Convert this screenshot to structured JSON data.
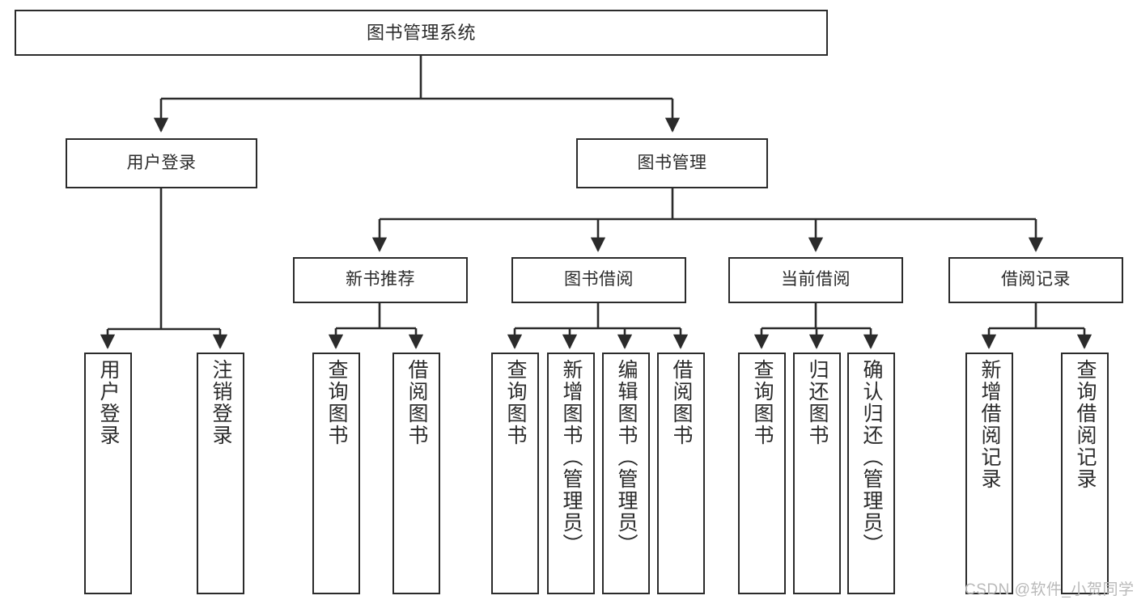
{
  "diagram": {
    "type": "tree-hierarchy",
    "title": "图书管理系统",
    "background_color": "#ffffff",
    "node_border_color": "#2b2b2b",
    "node_fill_color": "#ffffff",
    "edge_color": "#2b2b2b",
    "orientation": "top-down"
  },
  "nodes": {
    "root": {
      "label": "图书管理系统",
      "level": 0
    },
    "level1": [
      {
        "id": "user-login",
        "label": "用户登录",
        "level": 1
      },
      {
        "id": "book-manage",
        "label": "图书管理",
        "level": 1
      }
    ],
    "level2": [
      {
        "id": "new-book-recommend",
        "label": "新书推荐",
        "level": 2,
        "parent": "book-manage"
      },
      {
        "id": "book-borrow",
        "label": "图书借阅",
        "level": 2,
        "parent": "book-manage"
      },
      {
        "id": "current-borrow",
        "label": "当前借阅",
        "level": 2,
        "parent": "book-manage"
      },
      {
        "id": "borrow-record",
        "label": "借阅记录",
        "level": 2,
        "parent": "book-manage"
      }
    ],
    "leaves": [
      {
        "id": "leaf-user-login",
        "label": "用户登录",
        "parent": "user-login"
      },
      {
        "id": "leaf-logout",
        "label": "注销登录",
        "parent": "user-login"
      },
      {
        "id": "leaf-query-book-1",
        "label": "查询图书",
        "parent": "new-book-recommend"
      },
      {
        "id": "leaf-borrow-book-1",
        "label": "借阅图书",
        "parent": "new-book-recommend"
      },
      {
        "id": "leaf-query-book-2",
        "label": "查询图书",
        "parent": "book-borrow"
      },
      {
        "id": "leaf-add-book",
        "label": "新增图书（管理员）",
        "parent": "book-borrow"
      },
      {
        "id": "leaf-edit-book",
        "label": "编辑图书（管理员）",
        "parent": "book-borrow"
      },
      {
        "id": "leaf-borrow-book-2",
        "label": "借阅图书",
        "parent": "book-borrow"
      },
      {
        "id": "leaf-query-book-3",
        "label": "查询图书",
        "parent": "current-borrow"
      },
      {
        "id": "leaf-return-book",
        "label": "归还图书",
        "parent": "current-borrow"
      },
      {
        "id": "leaf-confirm-return",
        "label": "确认归还（管理员）",
        "parent": "current-borrow"
      },
      {
        "id": "leaf-add-record",
        "label": "新增借阅记录",
        "parent": "borrow-record"
      },
      {
        "id": "leaf-query-record",
        "label": "查询借阅记录",
        "parent": "borrow-record"
      }
    ]
  },
  "watermark": {
    "text": "CSDN @软件_小贺同学",
    "color": "#b9b9b9"
  }
}
